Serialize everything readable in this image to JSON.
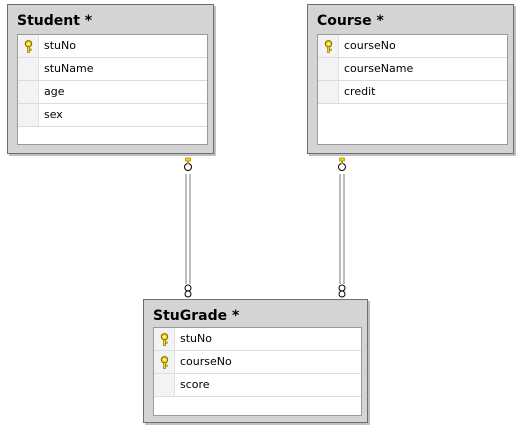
{
  "tables": {
    "student": {
      "title": "Student *",
      "columns": [
        {
          "name": "stuNo",
          "key": true
        },
        {
          "name": "stuName",
          "key": false
        },
        {
          "name": "age",
          "key": false
        },
        {
          "name": "sex",
          "key": false
        }
      ]
    },
    "course": {
      "title": "Course *",
      "columns": [
        {
          "name": "courseNo",
          "key": true
        },
        {
          "name": "courseName",
          "key": false
        },
        {
          "name": "credit",
          "key": false
        }
      ]
    },
    "stugrade": {
      "title": "StuGrade *",
      "columns": [
        {
          "name": "stuNo",
          "key": true
        },
        {
          "name": "courseNo",
          "key": true
        },
        {
          "name": "score",
          "key": false
        }
      ]
    }
  },
  "relationships": [
    {
      "from": "student",
      "to": "stugrade",
      "from_end": "one",
      "to_end": "many"
    },
    {
      "from": "course",
      "to": "stugrade",
      "from_end": "one",
      "to_end": "many"
    }
  ],
  "colors": {
    "key_icon": "#f5d800",
    "line": "#7a7a7a",
    "panel": "#d4d4d4"
  }
}
